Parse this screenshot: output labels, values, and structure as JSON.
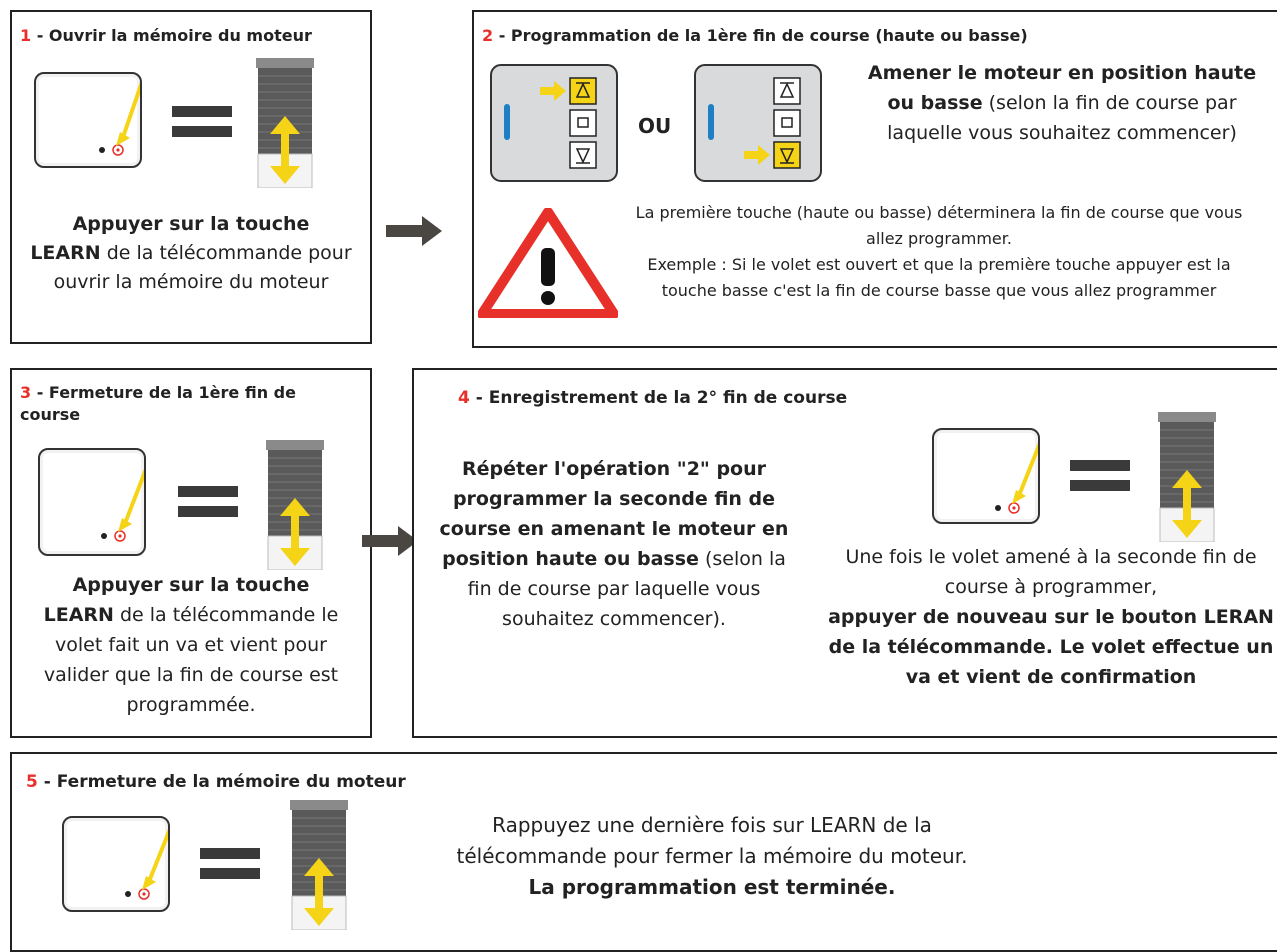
{
  "step1": {
    "num": "1",
    "title": " - Ouvrir la mémoire du moteur",
    "text_bold": "Appuyer sur la touche",
    "text_bold2": "LEARN",
    "text_rest": " de la télécommande pour ouvrir la mémoire du moteur"
  },
  "step2": {
    "num": "2",
    "title": " - Programmation de la 1ère fin de course (haute ou basse)",
    "ou": "OU",
    "instr_bold": "Amener le moteur en position haute ou basse",
    "instr_rest": " (selon la fin de course par laquelle vous souhaitez commencer)",
    "warning_line1": "La première touche (haute ou basse) déterminera la fin de course que vous allez programmer.",
    "warning_line2": "Exemple : Si le volet est ouvert et que la première touche appuyer est la touche basse c'est la fin de course basse que vous allez programmer"
  },
  "step3": {
    "num": "3",
    "title": " - Fermeture de la 1ère fin de course",
    "text_bold": "Appuyer sur la touche",
    "text_bold2": "LEARN",
    "text_rest": " de la télécommande le volet fait un va et vient pour valider que la fin de course est programmée."
  },
  "step4": {
    "num": "4",
    "title": " - Enregistrement de la 2° fin de course",
    "left_bold": "Répéter l'opération \"2\" pour programmer la seconde fin de course en amenant le moteur en position haute ou basse",
    "left_rest": " (selon la fin de course par laquelle vous souhaitez commencer).",
    "right_normal": "Une fois le volet amené à la seconde fin de course à programmer,",
    "right_bold": "appuyer de nouveau sur le bouton LERAN de la télécommande. Le volet effectue un va et vient de confirmation"
  },
  "step5": {
    "num": "5",
    "title": " - Fermeture de la mémoire du moteur",
    "text_line": "Rappuyez une dernière fois sur LEARN de la télécommande pour fermer la mémoire du moteur.",
    "text_bold": "La programmation est terminée."
  },
  "colors": {
    "accent_red": "#e8302a",
    "arrow_yellow": "#f5d316",
    "shutter_grey": "#5a5a5a",
    "connector_grey": "#4a4743"
  }
}
